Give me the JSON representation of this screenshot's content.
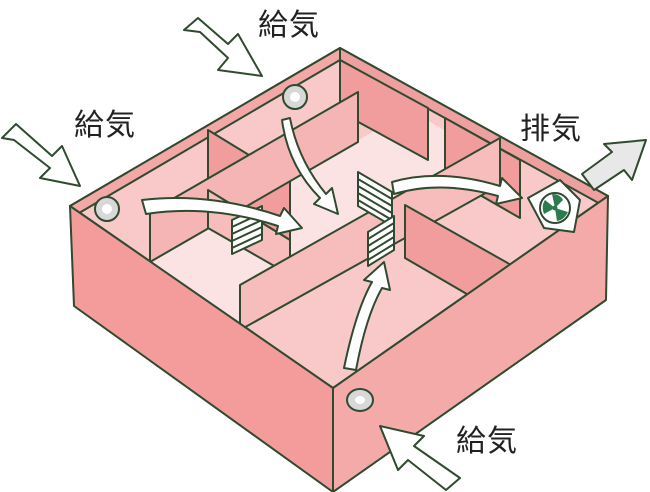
{
  "labels": {
    "supply_top": "給気",
    "supply_left": "給気",
    "exhaust_right": "排気",
    "supply_bottom": "給気"
  },
  "colors": {
    "outline": "#2f4a2f",
    "wall_light": "#f7b0b0",
    "wall_mid": "#f19a9a",
    "floor": "#f9c9c9",
    "floor_corridor": "#fbe3e3",
    "arrow_fill": "#ffffff",
    "arrow_out_fill": "#e8e8e8",
    "fan_blade": "#2e7a4f"
  },
  "icons": {
    "supply_vent": "round-vent-icon",
    "door_grille": "louver-grille-icon",
    "exhaust_fan": "ventilation-fan-icon"
  }
}
